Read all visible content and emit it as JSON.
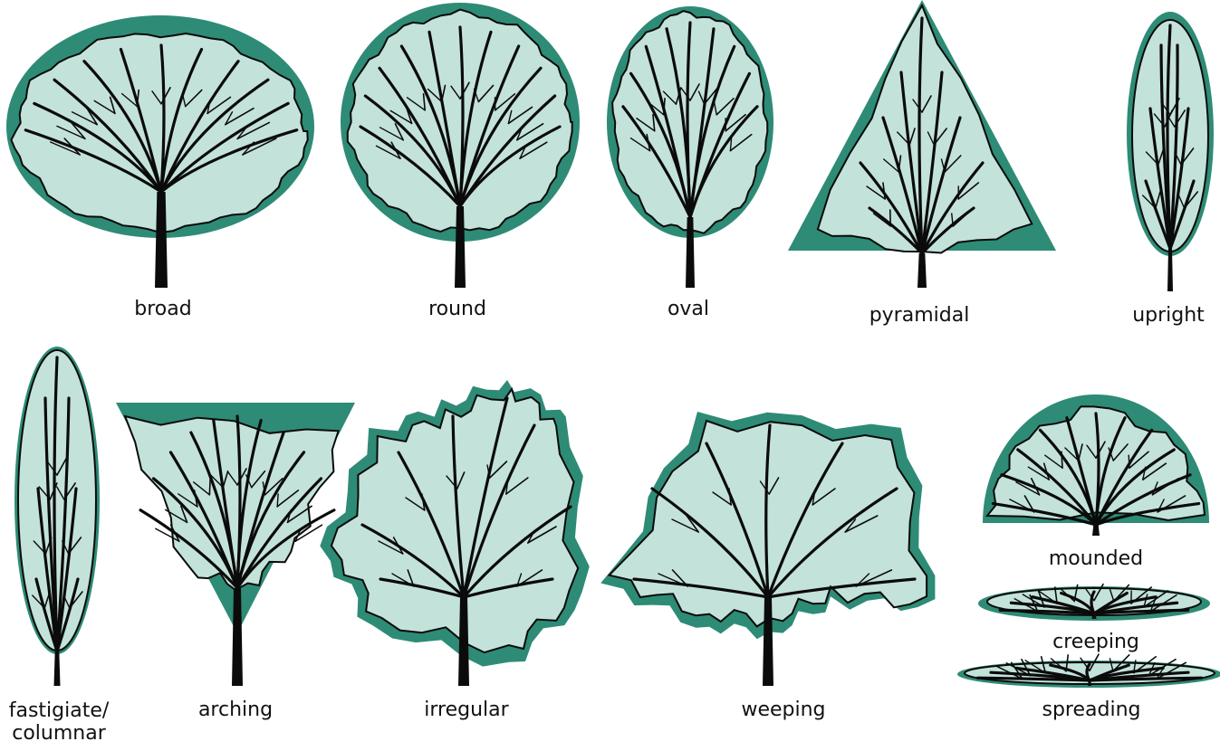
{
  "colors": {
    "shape_fill": "#2e8b76",
    "canopy_fill": "#c3e2da",
    "branch": "#0b0b0b",
    "label": "#111111",
    "background": "#ffffff"
  },
  "forms": [
    {
      "id": "broad",
      "label": "broad"
    },
    {
      "id": "round",
      "label": "round"
    },
    {
      "id": "oval",
      "label": "oval"
    },
    {
      "id": "pyramidal",
      "label": "pyramidal"
    },
    {
      "id": "upright",
      "label": "upright"
    },
    {
      "id": "fastigiate",
      "label": "fastigiate/\ncolumnar"
    },
    {
      "id": "arching",
      "label": "arching"
    },
    {
      "id": "irregular",
      "label": "irregular"
    },
    {
      "id": "weeping",
      "label": "weeping"
    },
    {
      "id": "mounded",
      "label": "mounded"
    },
    {
      "id": "creeping",
      "label": "creeping"
    },
    {
      "id": "spreading",
      "label": "spreading"
    }
  ]
}
